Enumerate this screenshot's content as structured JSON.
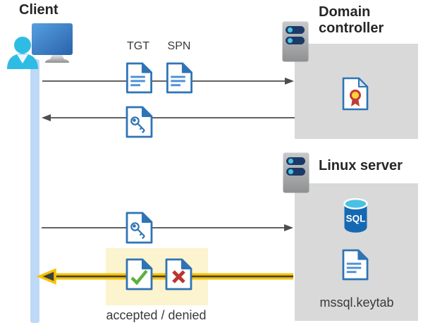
{
  "client": {
    "label": "Client"
  },
  "domain_controller": {
    "label": "Domain controller"
  },
  "linux_server": {
    "label": "Linux server",
    "keytab_label": "mssql.keytab",
    "sql_label": "SQL"
  },
  "messages": {
    "tgt_label": "TGT",
    "spn_label": "SPN",
    "result_label": "accepted / denied"
  },
  "icons": {
    "client": "person-at-monitor-icon",
    "domain_controller": "server-icon",
    "linux_server": "server-icon",
    "certificate": "certificate-document-icon",
    "sql_database": "sql-database-icon",
    "tgt_document": "document-icon",
    "spn_document": "document-icon",
    "ticket": "key-ticket-document-icon",
    "accepted": "accepted-check-document-icon",
    "denied": "denied-cross-document-icon"
  },
  "colors": {
    "doc_blue": "#2e74b5",
    "doc_line_blue": "#4e91d5",
    "box_gray": "#d9d9d9",
    "timeline_blue": "#bed9f7",
    "highlight_yellow": "#fcf3cf",
    "arrow_dark": "#4d4d4d",
    "accent_yellow": "#f6c200",
    "check_green": "#5faf3f",
    "deny_red": "#bc3431",
    "person_cyan": "#2fbce4",
    "server_pill_navy": "#1b3a66",
    "sql_body_blue": "#1569b3",
    "sql_top_cyan": "#49c0e4",
    "cert_gold": "#ffd23b",
    "cert_red": "#c23b35",
    "title_ink": "#262626",
    "label_ink": "#3a3a3a"
  }
}
